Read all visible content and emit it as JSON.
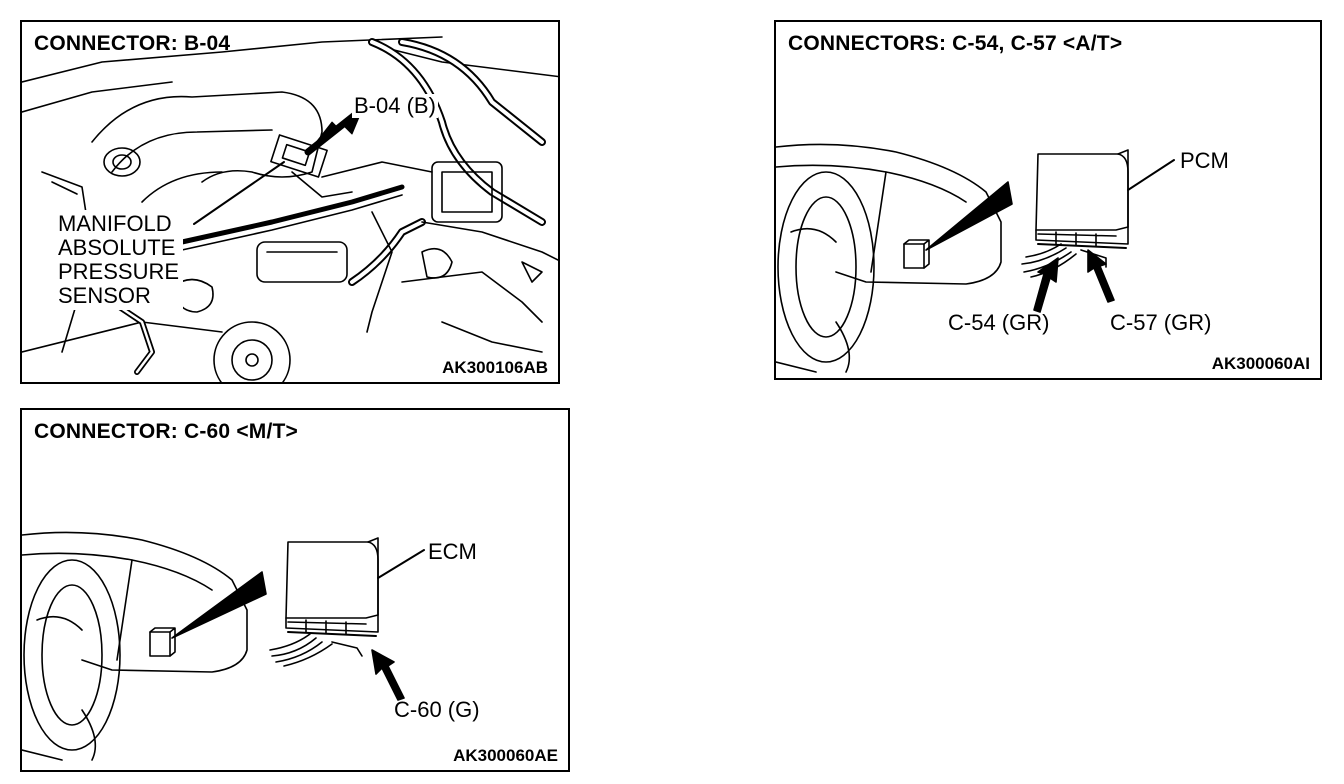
{
  "panels": [
    {
      "title": "CONNECTOR: B-04",
      "code": "AK300106AB",
      "connector_label": "B-04 (B)",
      "component_label_lines": [
        "MANIFOLD",
        "ABSOLUTE",
        "PRESSURE",
        "SENSOR"
      ]
    },
    {
      "title": "CONNECTORS: C-54, C-57 <A/T>",
      "code": "AK300060AI",
      "module_label": "PCM",
      "connector_labels": [
        "C-54 (GR)",
        "C-57 (GR)"
      ]
    },
    {
      "title": "CONNECTOR: C-60 <M/T>",
      "code": "AK300060AE",
      "module_label": "ECM",
      "connector_label": "C-60 (G)"
    }
  ]
}
